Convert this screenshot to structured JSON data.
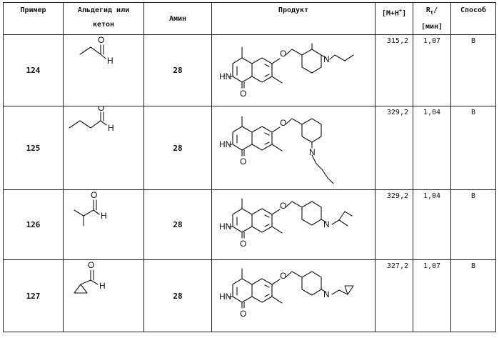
{
  "header": {
    "example": "Пример",
    "aldehyde_line1": "Альдегид или",
    "aldehyde_line2": "кетон",
    "amine": "Амин",
    "product": "Продукт",
    "mz_prefix": "[M+H",
    "mz_sup": "+",
    "mz_suffix": "]",
    "rt_main": "R",
    "rt_sub": "t",
    "rt_slash": "/",
    "rt_unit": "[мин]",
    "method": "Способ"
  },
  "rows": [
    {
      "example": "124",
      "amine": "28",
      "mz": "315,2",
      "rt": "1,07",
      "method": "B",
      "reagent": "propanal-structure",
      "product": "propyl-piperidinyloxy-isoquinolinone-structure"
    },
    {
      "example": "125",
      "amine": "28",
      "mz": "329,2",
      "rt": "1,04",
      "method": "B",
      "reagent": "butanal-structure",
      "product": "butyl-piperidinyloxy-isoquinolinone-structure"
    },
    {
      "example": "126",
      "amine": "28",
      "mz": "329,2",
      "rt": "1,04",
      "method": "B",
      "reagent": "isobutyraldehyde-structure",
      "product": "isobutyl-piperidinyloxy-isoquinolinone-structure"
    },
    {
      "example": "127",
      "amine": "28",
      "mz": "327,2",
      "rt": "1,07",
      "method": "B",
      "reagent": "cyclopropanecarbaldehyde-structure",
      "product": "cyclopropylmethyl-piperidinyloxy-isoquinolinone-structure"
    }
  ],
  "atom_labels": {
    "oxygen": "O",
    "hydrogen": "H",
    "nitrogen": "N",
    "nh": "HN"
  }
}
